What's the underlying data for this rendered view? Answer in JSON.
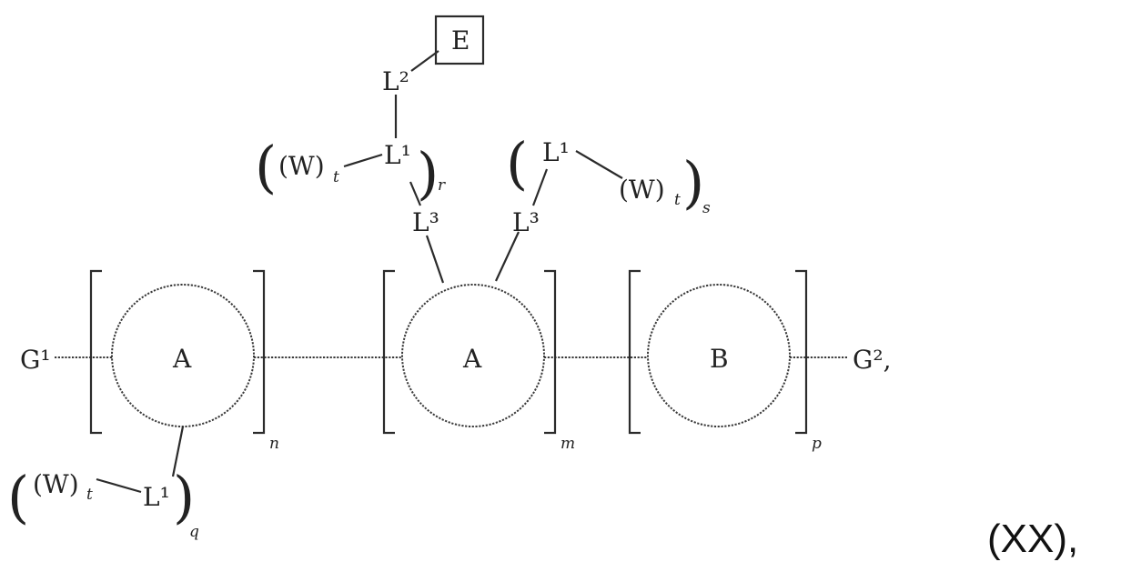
{
  "labels": {
    "g1": "G¹",
    "g2": "G²,",
    "ring_a_1": "A",
    "ring_a_2": "A",
    "ring_b": "B",
    "box_e": "E",
    "l2": "L²",
    "l1_top": "L¹",
    "l1_right": "L¹",
    "l1_bottom": "L¹",
    "l3_left": "L³",
    "l3_right": "L³",
    "w_top": "(W)",
    "w_right": "(W)",
    "w_bottom": "(W)",
    "w_sub_top": "t",
    "w_sub_right": "t",
    "w_sub_bottom": "t"
  },
  "subscripts": {
    "n": "n",
    "m": "m",
    "p": "p",
    "q": "q",
    "r": "r",
    "s": "s"
  },
  "formula_number": "(XX),"
}
